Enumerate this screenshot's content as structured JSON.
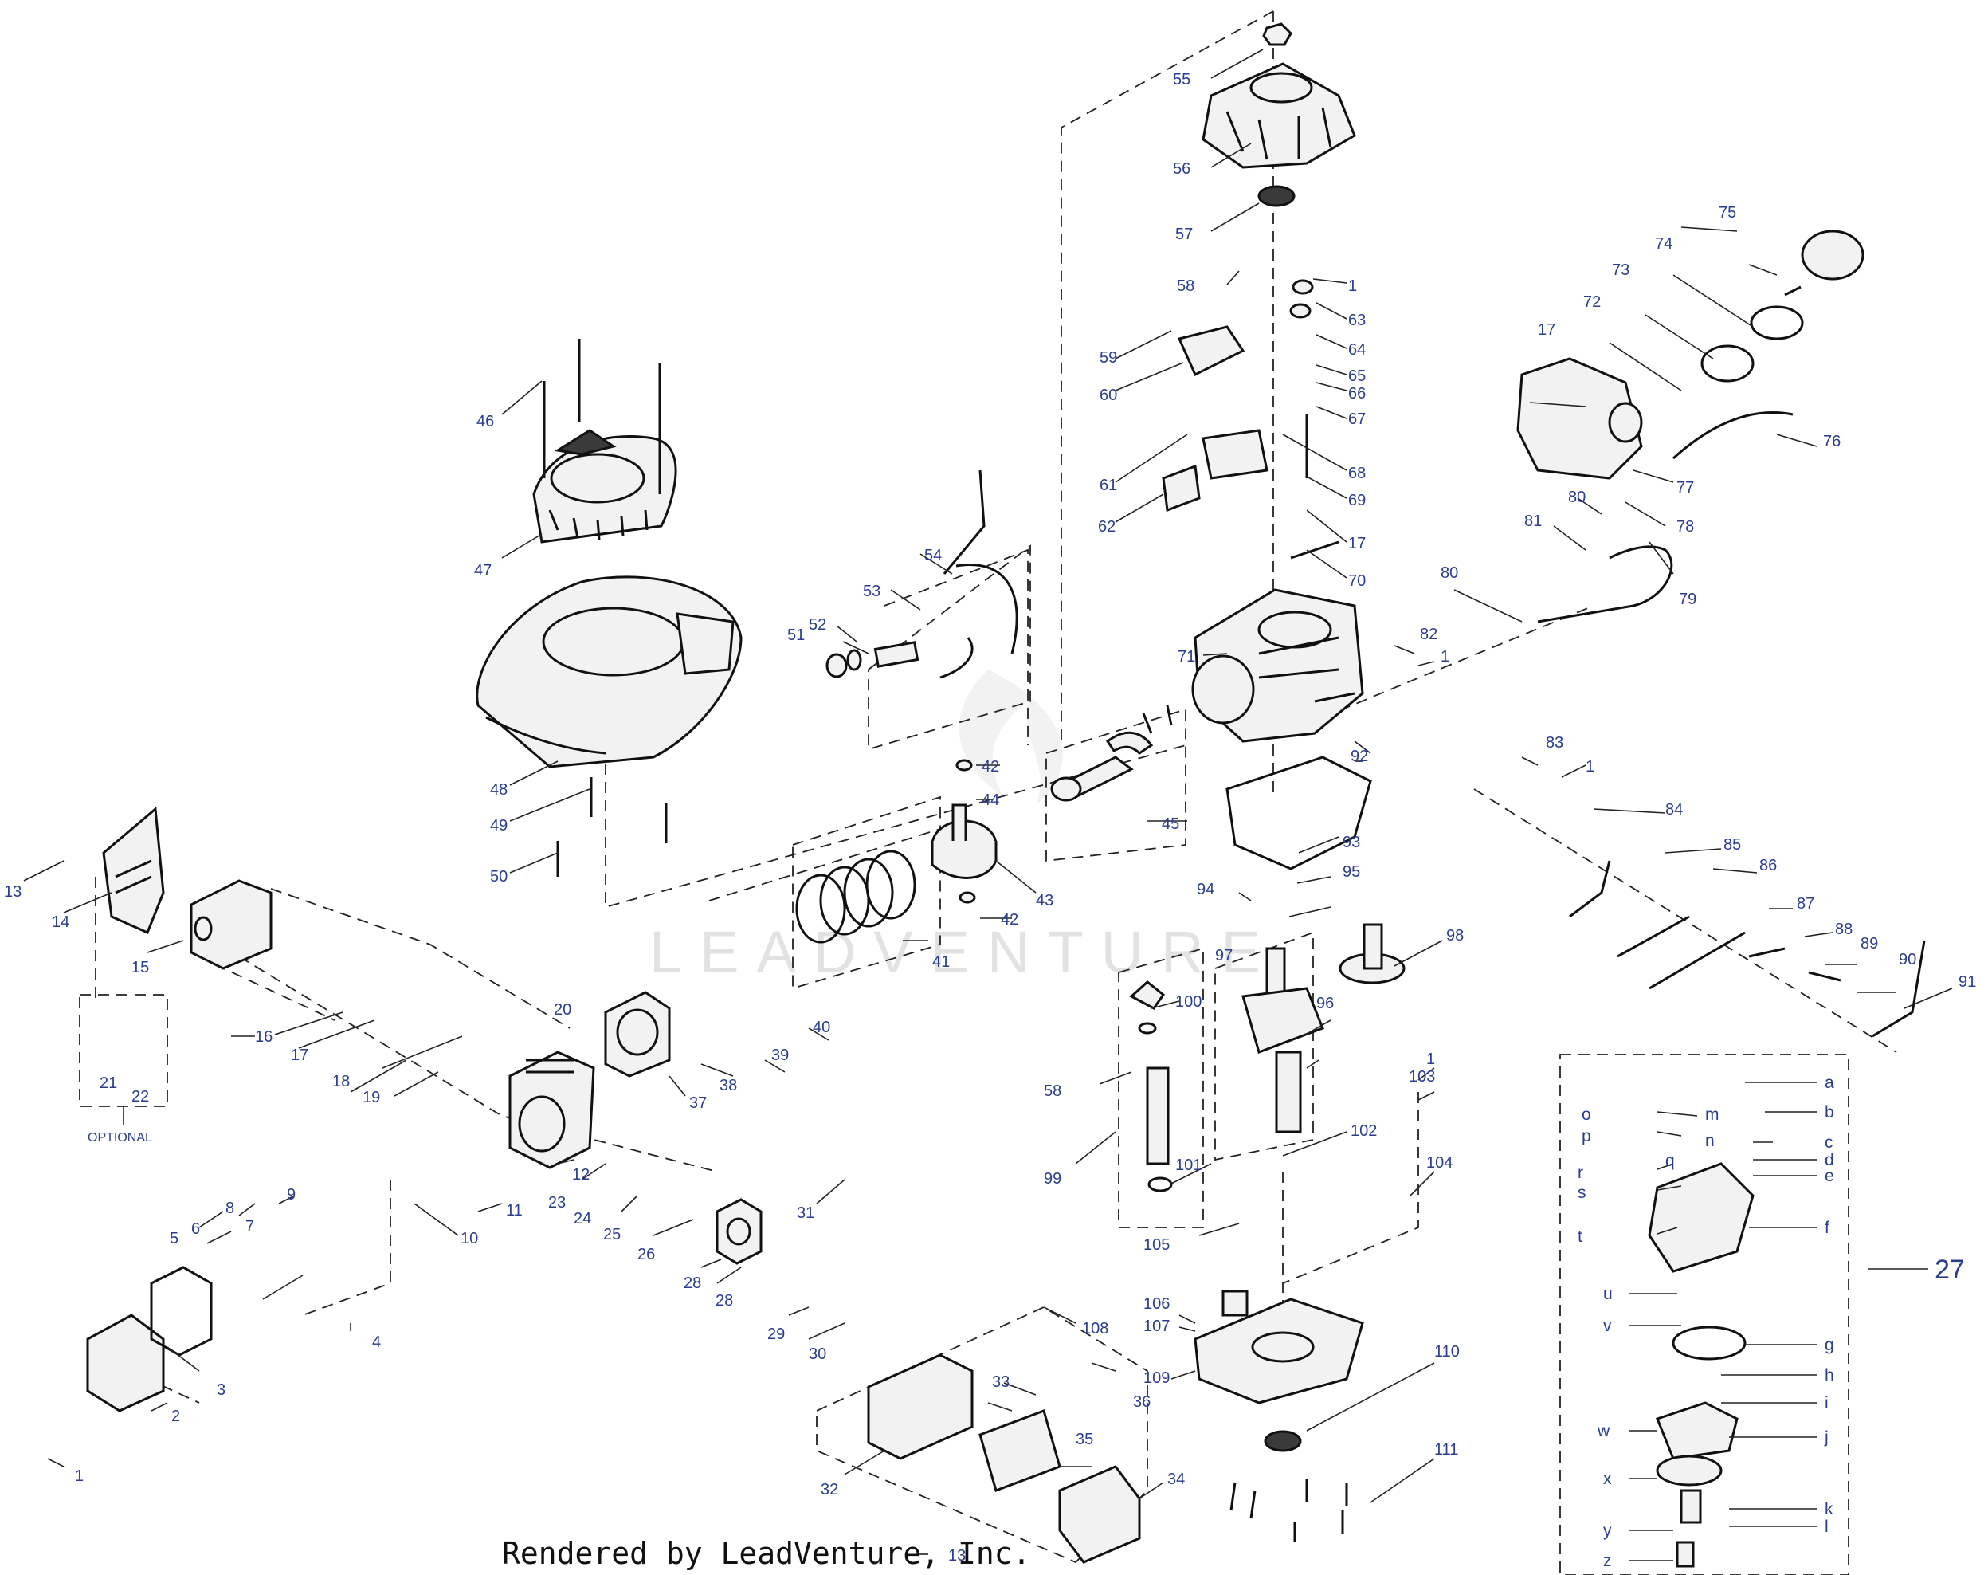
{
  "credit": "Rendered by LeadVenture, Inc.",
  "watermark": "LEADVENTURE",
  "optional_label": "OPTIONAL",
  "group_label": "27",
  "callouts": {
    "c1a": "1",
    "c1b": "1",
    "c1c": "1",
    "c1d": "1",
    "c1e": "1",
    "c2": "2",
    "c3": "3",
    "c4": "4",
    "c5": "5",
    "c6": "6",
    "c7": "7",
    "c8": "8",
    "c9": "9",
    "c10": "10",
    "c11": "11",
    "c12": "12",
    "c13a": "13",
    "c13b": "13",
    "c14": "14",
    "c15": "15",
    "c16": "16",
    "c17a": "17",
    "c17b": "17",
    "c17c": "17",
    "c18": "18",
    "c19": "19",
    "c20": "20",
    "c21": "21",
    "c22": "22",
    "c23": "23",
    "c24": "24",
    "c25": "25",
    "c26": "26",
    "c28": "28",
    "c29": "29",
    "c30": "30",
    "c31": "31",
    "c32": "32",
    "c33": "33",
    "c34": "34",
    "c35": "35",
    "c36": "36",
    "c37": "37",
    "c38": "38",
    "c39": "39",
    "c40": "40",
    "c41": "41",
    "c42a": "42",
    "c42b": "42",
    "c43": "43",
    "c44": "44",
    "c45": "45",
    "c46": "46",
    "c47": "47",
    "c48": "48",
    "c49": "49",
    "c50": "50",
    "c51": "51",
    "c52": "52",
    "c53": "53",
    "c54": "54",
    "c55": "55",
    "c56": "56",
    "c57": "57",
    "c58a": "58",
    "c58b": "58",
    "c59": "59",
    "c60": "60",
    "c61": "61",
    "c62": "62",
    "c63": "63",
    "c64": "64",
    "c65": "65",
    "c66": "66",
    "c67": "67",
    "c68": "68",
    "c69": "69",
    "c70": "70",
    "c71": "71",
    "c72": "72",
    "c73": "73",
    "c74": "74",
    "c75": "75",
    "c76": "76",
    "c77": "77",
    "c78": "78",
    "c79": "79",
    "c80a": "80",
    "c80b": "80",
    "c81": "81",
    "c82": "82",
    "c83": "83",
    "c84": "84",
    "c85": "85",
    "c86": "86",
    "c87": "87",
    "c88": "88",
    "c89": "89",
    "c90": "90",
    "c91": "91",
    "c92": "92",
    "c93": "93",
    "c94": "94",
    "c95": "95",
    "c96": "96",
    "c97": "97",
    "c98": "98",
    "c99": "99",
    "c100": "100",
    "c101": "101",
    "c102": "102",
    "c103": "103",
    "c104": "104",
    "c105": "105",
    "c106": "106",
    "c107": "107",
    "c108": "108",
    "c109": "109",
    "c110": "110",
    "c111": "111"
  },
  "sub_callouts": {
    "a": "a",
    "b": "b",
    "c": "c",
    "d": "d",
    "e": "e",
    "f": "f",
    "g": "g",
    "h": "h",
    "i": "i",
    "j": "j",
    "k": "k",
    "l": "l",
    "m": "m",
    "n": "n",
    "o": "o",
    "p": "p",
    "q": "q",
    "r": "r",
    "s": "s",
    "t": "t",
    "u": "u",
    "v": "v",
    "w": "w",
    "x": "x",
    "y": "y",
    "z": "z"
  }
}
